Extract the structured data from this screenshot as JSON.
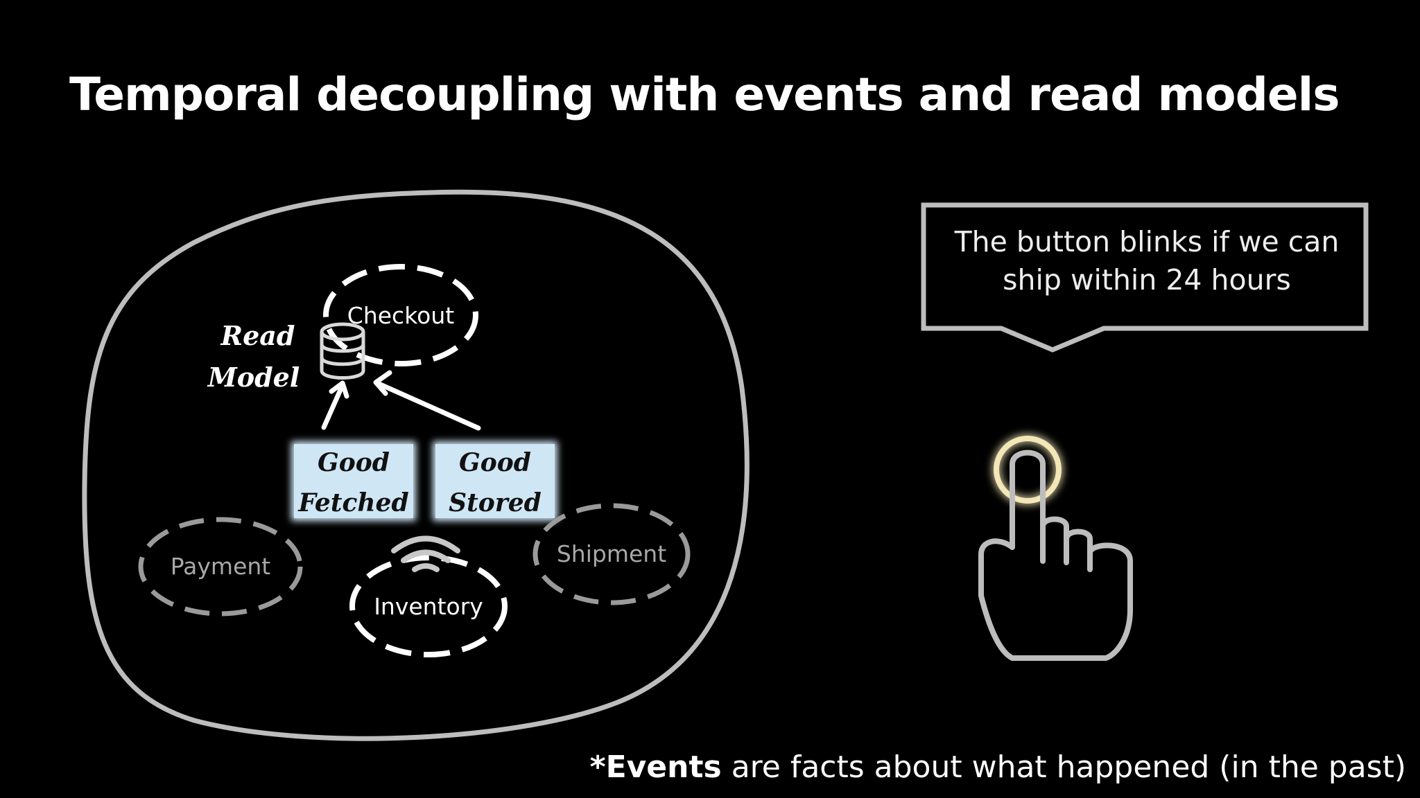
{
  "title": "Temporal decoupling with events and read models",
  "diagram": {
    "read_model_label_line1": "Read",
    "read_model_label_line2": "Model",
    "services": {
      "checkout": "Checkout",
      "payment": "Payment",
      "inventory": "Inventory",
      "shipment": "Shipment"
    },
    "events": {
      "good_fetched_line1": "Good",
      "good_fetched_line2": "Fetched",
      "good_stored_line1": "Good",
      "good_stored_line2": "Stored"
    }
  },
  "callout": {
    "line1": "The button blinks if we can",
    "line2": "ship within 24 hours"
  },
  "footnote": {
    "prefix": "*Events",
    "rest": " are facts about what happened (in the past)"
  },
  "icons": [
    "database-icon",
    "wifi-icon",
    "pointing-hand-icon"
  ],
  "colors": {
    "background": "#000000",
    "event_sticky": "#cfe6f5",
    "boundary": "#bdbdbd",
    "inactive_service": "#9a9a9a",
    "button_glow": "#f3e7b8"
  }
}
